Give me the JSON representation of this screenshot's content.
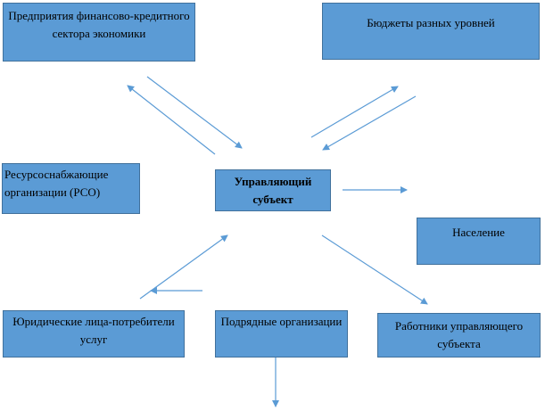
{
  "diagram": {
    "boxes": {
      "finance": "Предприятия финансово-кредитного сектора экономики",
      "budgets": "Бюджеты разных уровней",
      "rso": "Ресурсоснабжающие организации (РСО)",
      "subject": "Управляющий субъект",
      "population": "Население",
      "legal": "Юридические лица-потребители услуг",
      "contractors": "Подрядные организации",
      "workers": "Работники управляющего субъекта"
    },
    "colors": {
      "box_fill": "#5b9bd5",
      "box_border": "#41719c",
      "arrow": "#5b9bd5"
    }
  }
}
